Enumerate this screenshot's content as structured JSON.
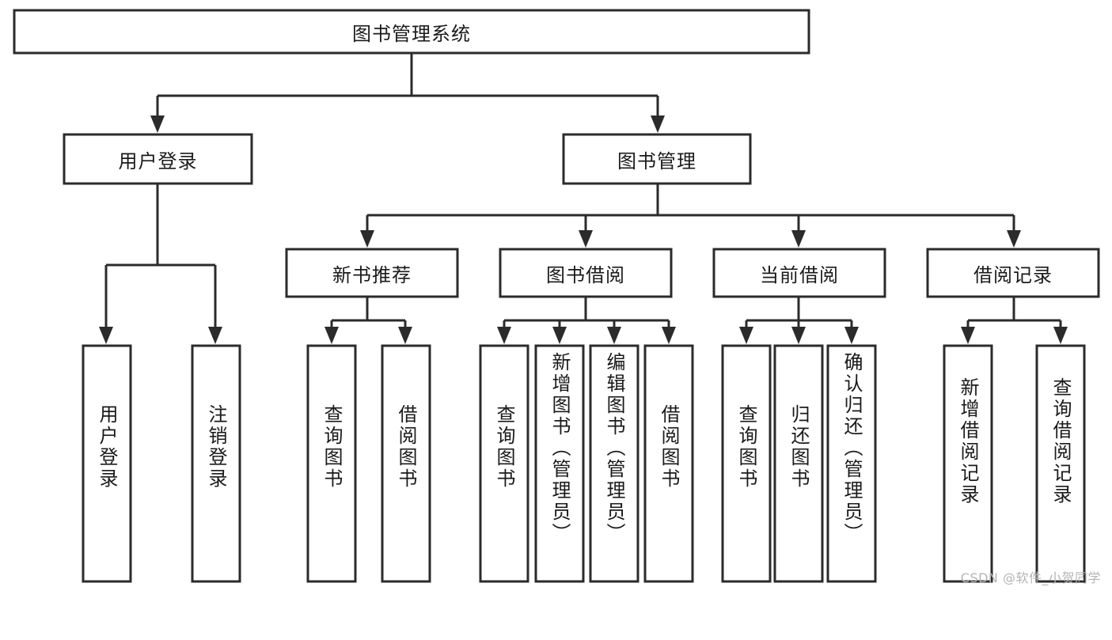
{
  "diagram": {
    "type": "tree",
    "title": "图书管理系统",
    "orientation": "top-down",
    "colors": {
      "box_stroke": "#2b2b2b",
      "box_fill": "#ffffff",
      "text": "#1a1a1a",
      "connector": "#2b2b2b",
      "watermark": "#b4b4b4",
      "background": "#ffffff"
    },
    "root": {
      "label": "图书管理系统"
    },
    "level2": [
      {
        "label": "用户登录"
      },
      {
        "label": "图书管理"
      }
    ],
    "level3": [
      {
        "label": "新书推荐"
      },
      {
        "label": "图书借阅"
      },
      {
        "label": "当前借阅"
      },
      {
        "label": "借阅记录"
      }
    ],
    "leaves": [
      {
        "label": "用户登录",
        "parent": "用户登录"
      },
      {
        "label": "注销登录",
        "parent": "用户登录"
      },
      {
        "label": "查询图书",
        "parent": "新书推荐"
      },
      {
        "label": "借阅图书",
        "parent": "新书推荐"
      },
      {
        "label": "查询图书",
        "parent": "图书借阅"
      },
      {
        "label": "新增图书（管理员）",
        "parent": "图书借阅"
      },
      {
        "label": "编辑图书（管理员）",
        "parent": "图书借阅"
      },
      {
        "label": "借阅图书",
        "parent": "图书借阅"
      },
      {
        "label": "查询图书",
        "parent": "当前借阅"
      },
      {
        "label": "归还图书",
        "parent": "当前借阅"
      },
      {
        "label": "确认归还（管理员）",
        "parent": "当前借阅"
      },
      {
        "label": "新增借阅记录",
        "parent": "借阅记录"
      },
      {
        "label": "查询借阅记录",
        "parent": "借阅记录"
      }
    ]
  },
  "watermark": {
    "text": "CSDN @软件_小贺同学"
  }
}
